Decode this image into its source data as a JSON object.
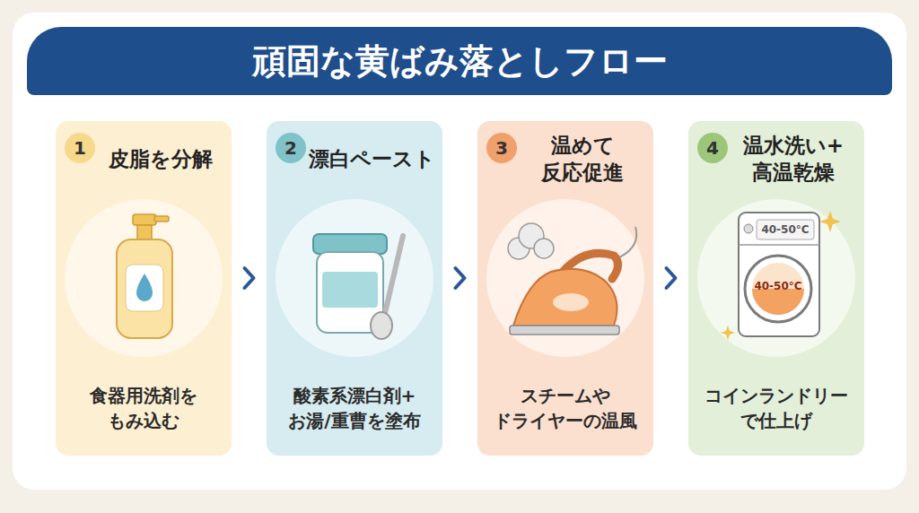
{
  "diagram": {
    "title": "頑固な黄ばみ落としフロー",
    "nodes": [
      {
        "text": [
          "皮脂を分解",
          "食器用洗剤を もみ込む"
        ]
      },
      {
        "text": [
          "1"
        ],
        "in": 0
      },
      {
        "text": [
          "漂白ペースト",
          "酸素系漂白剤+ お湯/重曹を塗布"
        ]
      },
      {
        "text": [
          "2"
        ],
        "in": 2
      },
      {
        "text": [
          "温めて 反応促進",
          "スチームや ドライヤーの温風"
        ]
      },
      {
        "text": [
          "3"
        ],
        "in": 4
      },
      {
        "text": [
          "温水洗い+ 高温乾燥",
          "コインランドリー で仕上げ"
        ]
      },
      {
        "text": [
          "4"
        ],
        "in": 6
      }
    ],
    "edges": [
      {
        "from": 0,
        "to": 2,
        "arrow": "to"
      },
      {
        "from": 2,
        "to": 4,
        "arrow": "to"
      },
      {
        "from": 4,
        "to": 6,
        "arrow": "to"
      }
    ],
    "labels": [
      "40-50°C",
      "40-50°C"
    ]
  }
}
